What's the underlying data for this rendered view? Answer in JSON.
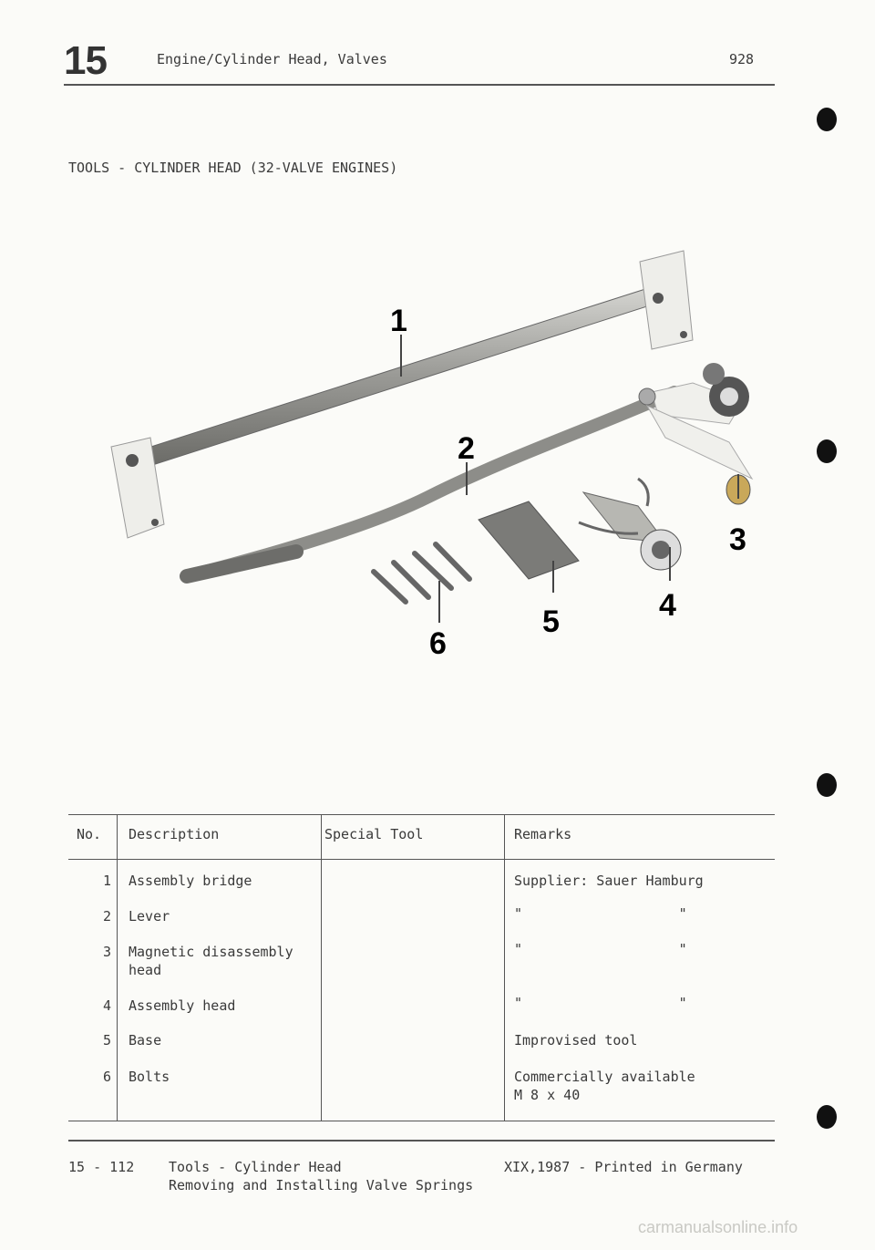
{
  "header": {
    "chapter_number": "15",
    "chapter_title": "Engine/Cylinder Head, Valves",
    "model": "928"
  },
  "section_title": "TOOLS - CYLINDER HEAD (32-VALVE ENGINES)",
  "figure": {
    "callouts": [
      "1",
      "2",
      "3",
      "4",
      "5",
      "6"
    ]
  },
  "table": {
    "headers": [
      "No.",
      "Description",
      "Special Tool",
      "Remarks"
    ],
    "rows": [
      {
        "no": "1",
        "desc": "Assembly bridge",
        "tool": "",
        "remarks": "Supplier: Sauer Hamburg"
      },
      {
        "no": "2",
        "desc": "Lever",
        "tool": "",
        "remarks": "\"                   \""
      },
      {
        "no": "3",
        "desc": "Magnetic disassembly",
        "desc2": "head",
        "tool": "",
        "remarks": "\"                   \""
      },
      {
        "no": "4",
        "desc": "Assembly head",
        "tool": "",
        "remarks": "\"                   \""
      },
      {
        "no": "5",
        "desc": "Base",
        "tool": "",
        "remarks": "Improvised tool"
      },
      {
        "no": "6",
        "desc": "Bolts",
        "tool": "",
        "remarks": "Commercially available",
        "remarks2": "M 8 x 40"
      }
    ]
  },
  "footer": {
    "page_ref": "15 - 112",
    "title_line1": "Tools - Cylinder Head",
    "title_line2": "Removing and Installing Valve Springs",
    "print_info": "XIX,1987 - Printed in Germany"
  },
  "watermark": "carmanualsonline.info"
}
